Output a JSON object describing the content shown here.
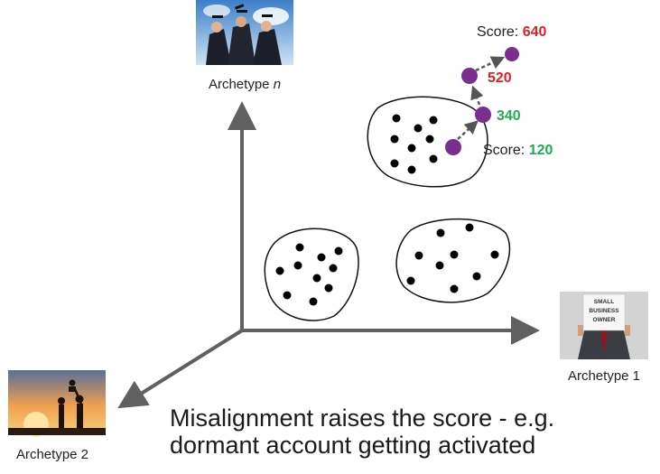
{
  "archetypes": {
    "n": {
      "prefix": "Archetype",
      "italic": "n"
    },
    "one": "Archetype 1",
    "two": "Archetype 2"
  },
  "photos": {
    "graduation": {
      "icon": "graduates-photo-icon"
    },
    "business": {
      "icon": "small-business-owner-photo-icon",
      "sign_lines": [
        "SMALL",
        "BUSINESS",
        "OWNER"
      ]
    },
    "family": {
      "icon": "family-sunset-photo-icon"
    }
  },
  "score_path": [
    {
      "prefix": "Score: ",
      "value": "120",
      "color": "#22aa55"
    },
    {
      "prefix": "",
      "value": "340",
      "color": "#22aa55"
    },
    {
      "prefix": "",
      "value": "520",
      "color": "#e02020"
    },
    {
      "prefix": "Score: ",
      "value": "640",
      "color": "#e02020"
    }
  ],
  "colors": {
    "axis": "#606060",
    "point": "#7a2f8e",
    "dot": "#000000",
    "green": "#22aa55",
    "red": "#e02020"
  },
  "caption": {
    "line1": "Misalignment raises the score - e.g.",
    "line2": "dormant account getting activated"
  }
}
